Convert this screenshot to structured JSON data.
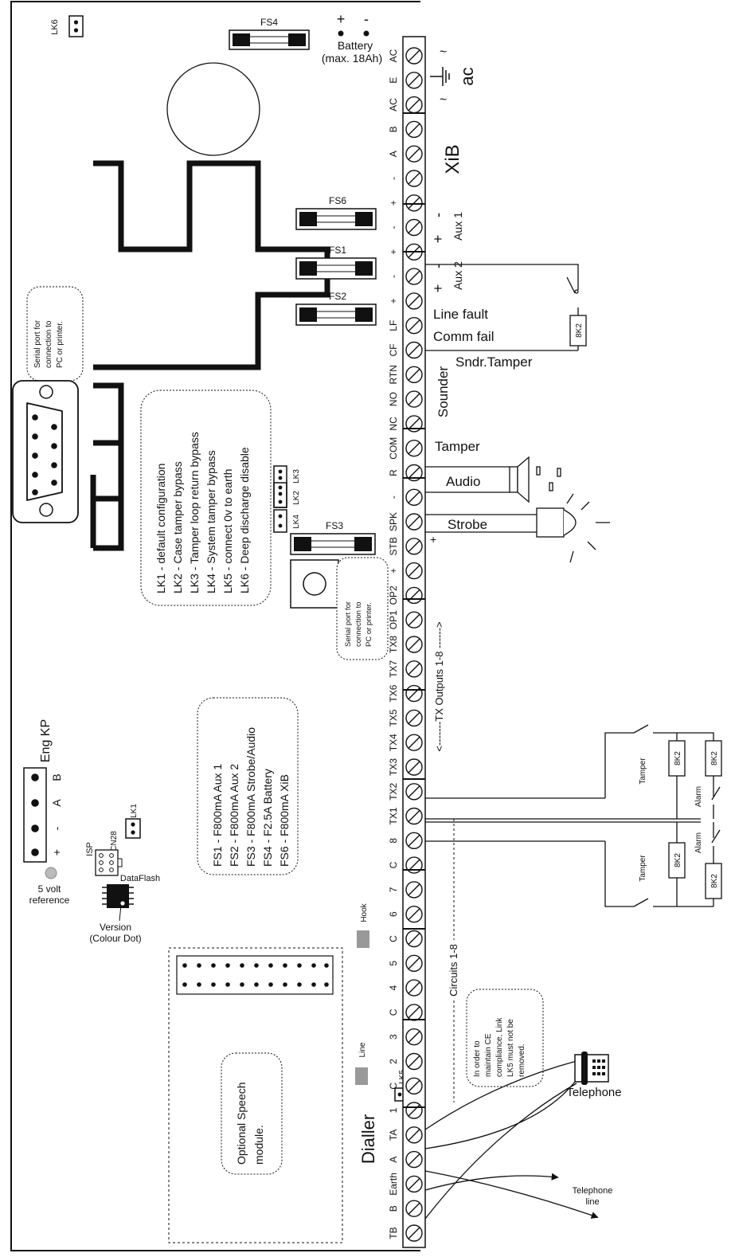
{
  "links": {
    "lk6": "LK6",
    "lk1": "LK1",
    "lk2": "LK2",
    "lk3": "LK3",
    "lk4": "LK4",
    "lk5": "LK5"
  },
  "fuses": {
    "fs4": "FS4",
    "fs6": "FS6",
    "fs1": "FS1",
    "fs2": "FS2",
    "fs3": "FS3"
  },
  "battery": {
    "plus": "+",
    "minus": "-",
    "label1": "Battery",
    "label2": "(max. 18Ah)"
  },
  "serial_notes": {
    "top": [
      "Serial port for",
      "connection to",
      "PC or printer."
    ],
    "mid": [
      "Serial port for",
      "connection to",
      "PC or printer."
    ],
    "mid_fragment": "er"
  },
  "lk_legend": [
    "LK1 - default configuration",
    "LK2 - Case tamper bypass",
    "LK3 - Tamper loop return bypass",
    "LK4 - System tamper bypass",
    "LK5 - connect 0v to earth",
    "LK6 - Deep discharge disable"
  ],
  "fs_legend": [
    "FS1 - F800mA Aux 1",
    "FS2 - F800mA Aux 2",
    "FS3 - F800mA Strobe/Audio",
    "FS4 - F2.5A Battery",
    "FS6 - F800mA XiB"
  ],
  "engkp": {
    "title": "Eng KP",
    "pins": [
      "+",
      "-",
      "A",
      "B"
    ],
    "ref1": "5 volt",
    "ref2": "reference"
  },
  "chips": {
    "isp": "ISP",
    "cn28": "CN28",
    "dataflash": "DataFlash",
    "version1": "Version",
    "version2": "(Colour Dot)"
  },
  "speech": [
    "Optional Speech",
    "module."
  ],
  "hook": "Hook",
  "line": "Line",
  "ce_note": [
    "In order to",
    "maintain CE",
    "compliance, Link",
    "LK5 must not be",
    "removed."
  ],
  "circuits_label": "Circuits 1-8",
  "tx_outputs_label": "<-------TX  Outputs 1-8  ------>",
  "dialler": "Dialler",
  "terminals": [
    "AC",
    "E",
    "AC",
    "B",
    "A",
    "-",
    "+",
    "-",
    "+",
    "-",
    "+",
    "LF",
    "CF",
    "RTN",
    "NO",
    "NC",
    "COM",
    "R",
    "-",
    "SPK",
    "STB",
    "+",
    "OP2",
    "OP1",
    "TX8",
    "TX7",
    "TX6",
    "TX5",
    "TX4",
    "TX3",
    "TX2",
    "TX1",
    "8",
    "C",
    "7",
    "6",
    "C",
    "5",
    "4",
    "C",
    "3",
    "2",
    "C",
    "1",
    "TA",
    "A",
    "Earth",
    "B",
    "TB"
  ],
  "right_labels": {
    "ac": "ac",
    "xib": "XiB",
    "aux1": "Aux 1",
    "aux2": "Aux 2",
    "plusminus_plus": "+",
    "plusminus_minus": "-",
    "tilde": "~",
    "line_fault": "Line fault",
    "comm_fail": "Comm fail",
    "sndr_tamper": "Sndr.Tamper",
    "sounder": "Sounder",
    "tamper": "Tamper",
    "audio": "Audio",
    "strobe": "Strobe",
    "strobe_plus": "+",
    "r_8k2": "8K2",
    "tamper_small": "Tamper",
    "alarm_small": "Alarm",
    "telephone": "Telephone",
    "tel_line1": "Telephone",
    "tel_line2": "line"
  }
}
